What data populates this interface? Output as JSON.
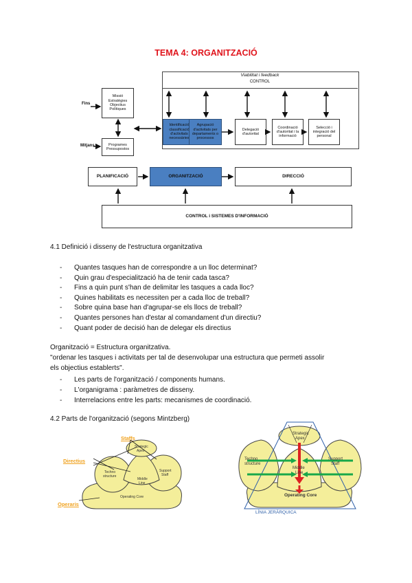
{
  "title": "TEMA 4: ORGANITZACIÓ",
  "diagram": {
    "feedback_label": "Viabilitat i feedback",
    "control_label": "CONTROL",
    "fins": "Fins",
    "mitjans": "Mitjans",
    "box_mision": "Missió\nEstratègies\nObjectius\nPolítiques",
    "box_programes": "Programes\nPressupostos",
    "box_identificacio": "Identificació\nclassificació\nd'activitats\nnecessàries",
    "box_agrupacio": "Agrupació\nd'activitats per\ndepartaments o\nprocessos",
    "box_delegacio": "Delegació\nd'autoritat",
    "box_coordinacio": "Coordinació\nd'autoritat i la\ninformació",
    "box_seleccio": "Selecció i\nintegració del\npersonal",
    "planificacio": "PLANIFICACIÓ",
    "organitzacio": "ORGANITZACIÓ",
    "direccio": "DIRECCIÓ",
    "control_sistemes": "CONTROL i SISTEMES D'INFORMACIÓ"
  },
  "section1": {
    "heading": "4.1 Definició i disseny de l'estructura organitzativa",
    "questions": [
      "Quantes tasques han de correspondre a un lloc determinat?",
      "Quin grau d'especialització ha de tenir cada tasca?",
      "Fins a quin punt s'han de delimitar les tasques a cada lloc?",
      "Quines habilitats es necessiten per a cada lloc de treball?",
      "Sobre quina base han d'agrupar-se els llocs de treball?",
      "Quantes persones han d'estar al comandament d'un directiu?",
      "Quant poder de decisió han de delegar els directius"
    ],
    "definition": "Organització = Estructura organitzativa.",
    "quote_line1": "\"ordenar les tasques i activitats per tal de desenvolupar una estructura que permeti assolir",
    "quote_line2": "els objectius establerts\".",
    "points": [
      "Les parts de l'organització / components humans.",
      "L'organigrama : paràmetres de disseny.",
      "Interrelacions entre les parts: mecanismes de coordinació."
    ]
  },
  "section2": {
    "heading": "4.2 Parts de l'organització (segons Mintzberg)",
    "left": {
      "staffs": "Staffs",
      "directius": "Directius",
      "operaris": "Operaris",
      "strategic_apex": "Strategic\nApex",
      "techno": "Techno\nstructure",
      "middle": "Middle\nLine",
      "support": "Support\nStaff",
      "core": "Operating Core"
    },
    "right": {
      "strategic_apex": "Strategic\nApex",
      "techno": "Techno\nstructure",
      "middle": "Middle\nLine",
      "support": "Support\nStaff",
      "core": "Operating Core",
      "linia": "LÍNIA JERÀRQUICA"
    }
  }
}
